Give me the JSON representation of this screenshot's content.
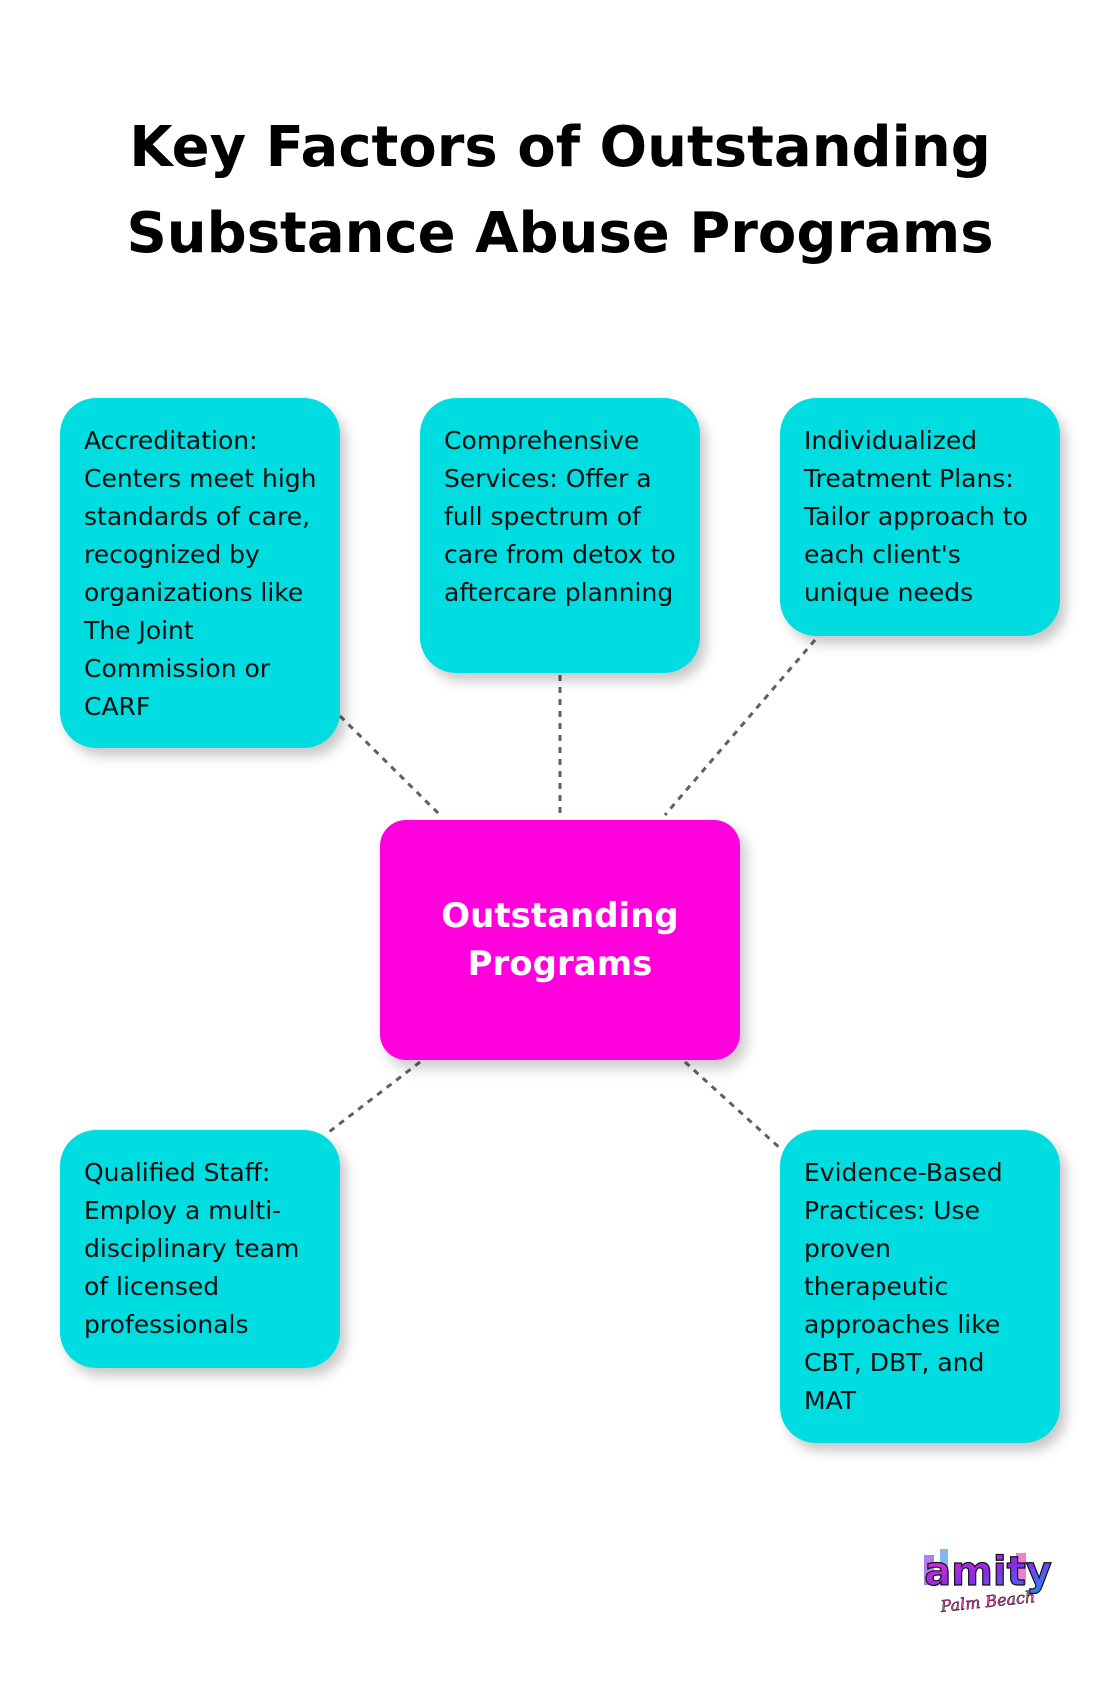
{
  "title": {
    "line1": "Key Factors of Outstanding",
    "line2": "Substance Abuse Programs"
  },
  "center": {
    "label": "Outstanding Programs",
    "color": "#ff00dd"
  },
  "factors": [
    {
      "text": "Accreditation: Centers meet high standards of care, recognized by organizations like The Joint Commission or CARF"
    },
    {
      "text": "Comprehensive Services: Offer a full spectrum of care from detox to aftercare planning"
    },
    {
      "text": "Individualized Treatment Plans: Tailor approach to each client's unique needs"
    },
    {
      "text": "Qualified Staff: Employ a multi-disciplinary team of licensed professionals"
    },
    {
      "text": "Evidence-Based Practices: Use proven therapeutic approaches like CBT, DBT, and MAT"
    }
  ],
  "box_color": "#00dde0",
  "connector_style": "dashed",
  "logo": {
    "text": "amity",
    "subtext": "Palm Beach"
  }
}
